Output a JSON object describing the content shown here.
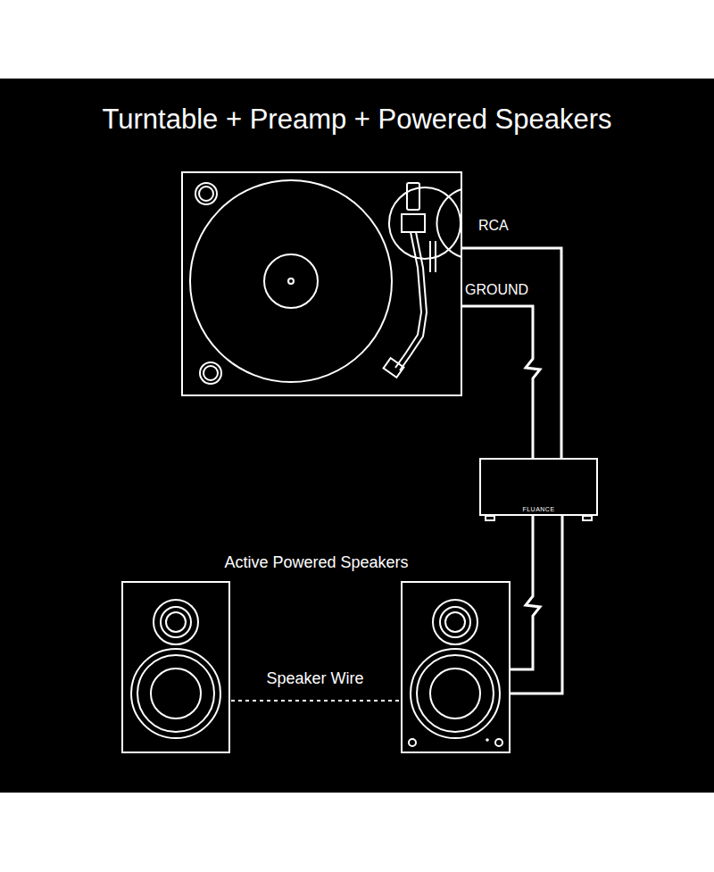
{
  "diagram": {
    "title": "Turntable + Preamp + Powered Speakers",
    "nodes": [
      {
        "text": [
          "FLUANCE"
        ]
      },
      {
        "text": [
          "Active Powered Speakers"
        ]
      }
    ],
    "edges": [
      {
        "from": 0,
        "to": 1,
        "arrow": "none"
      },
      {
        "from": 0,
        "to": 1,
        "arrow": "none"
      }
    ],
    "labels": [
      "RCA",
      "GROUND",
      "Speaker Wire"
    ]
  }
}
